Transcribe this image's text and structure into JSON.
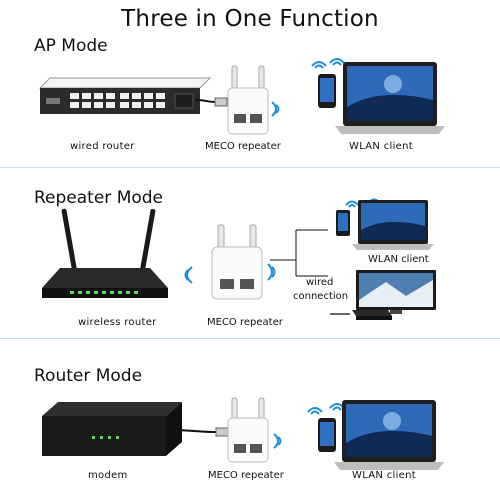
{
  "title": "Three in One Function",
  "sections": [
    {
      "mode": "AP Mode",
      "labels": {
        "source": "wired router",
        "repeater": "MECO  repeater",
        "client": "WLAN client"
      }
    },
    {
      "mode": "Repeater Mode",
      "labels": {
        "source": "wireless router",
        "repeater": "MECO  repeater",
        "client": "WLAN client",
        "wired": "wired",
        "connection": "connection"
      }
    },
    {
      "mode": "Router Mode",
      "labels": {
        "source": "modem",
        "repeater": "MECO  repeater",
        "client": "WLAN client"
      }
    }
  ],
  "colors": {
    "divider": "#bfe3f0",
    "wifi": "#1a8fd6",
    "device": "#222222",
    "port_lights": "#5cd65c"
  },
  "icons": [
    "switch-icon",
    "repeater-icon",
    "wifi-icon",
    "laptop-icon",
    "phone-icon",
    "wireless-router-icon",
    "tv-icon",
    "set-top-box-icon",
    "modem-icon",
    "cable-icon"
  ]
}
